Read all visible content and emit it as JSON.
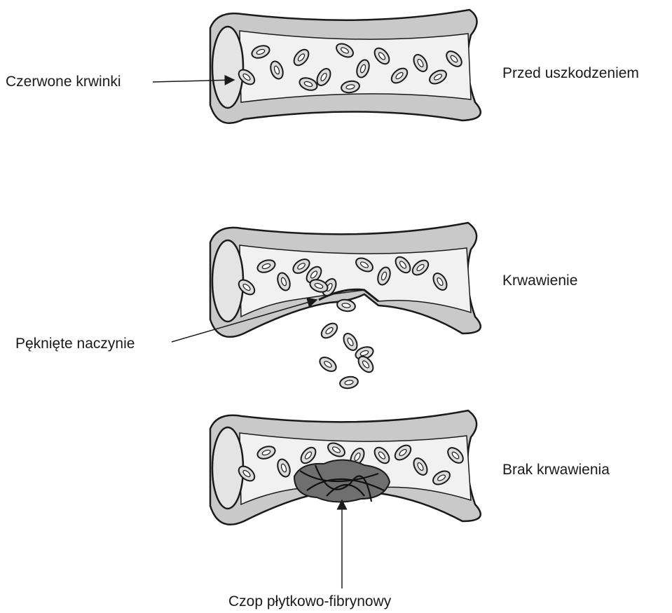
{
  "labels": {
    "red_cells": "Czerwone krwinki",
    "before_injury": "Przed uszkodzeniem",
    "bleeding": "Krwawienie",
    "broken_vessel": "Pęknięte naczynie",
    "no_bleeding": "Brak krwawienia",
    "plug": "Czop płytkowo-fibrynowy"
  },
  "colors": {
    "ink": "#1a1a1a",
    "vessel_wall": "#c9c9c9",
    "vessel_lumen": "#f1f1f1",
    "cell_fill": "#dcdcdc",
    "plug_fill": "#6f6f6f"
  }
}
